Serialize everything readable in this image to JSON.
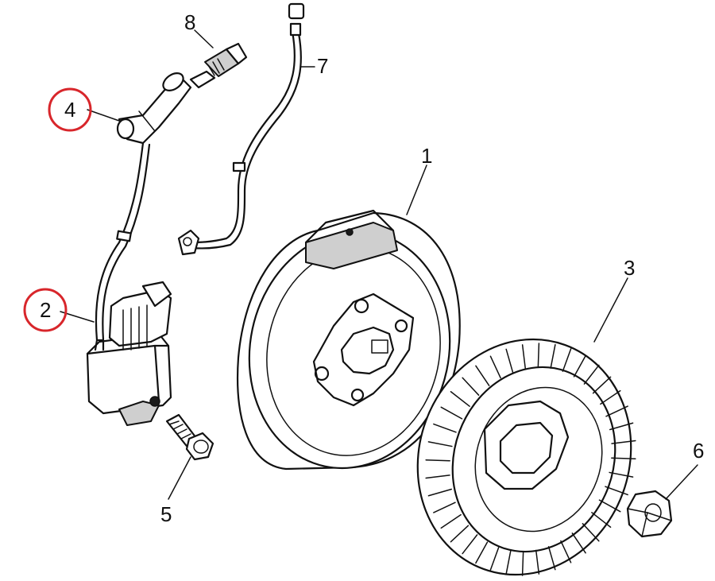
{
  "diagram": {
    "colors": {
      "ink": "#111111",
      "highlight": "#d8262b",
      "background": "#ffffff"
    },
    "callouts": [
      {
        "label": "1",
        "part": "flywheel",
        "highlighted": false
      },
      {
        "label": "2",
        "part": "ignition-module",
        "highlighted": true
      },
      {
        "label": "3",
        "part": "cooling-fan",
        "highlighted": false
      },
      {
        "label": "4",
        "part": "spark-plug-boot",
        "highlighted": true
      },
      {
        "label": "5",
        "part": "mounting-bolt",
        "highlighted": false
      },
      {
        "label": "6",
        "part": "hex-nut",
        "highlighted": false
      },
      {
        "label": "7",
        "part": "ground-wire",
        "highlighted": false
      },
      {
        "label": "8",
        "part": "spark-plug",
        "highlighted": false
      }
    ]
  }
}
